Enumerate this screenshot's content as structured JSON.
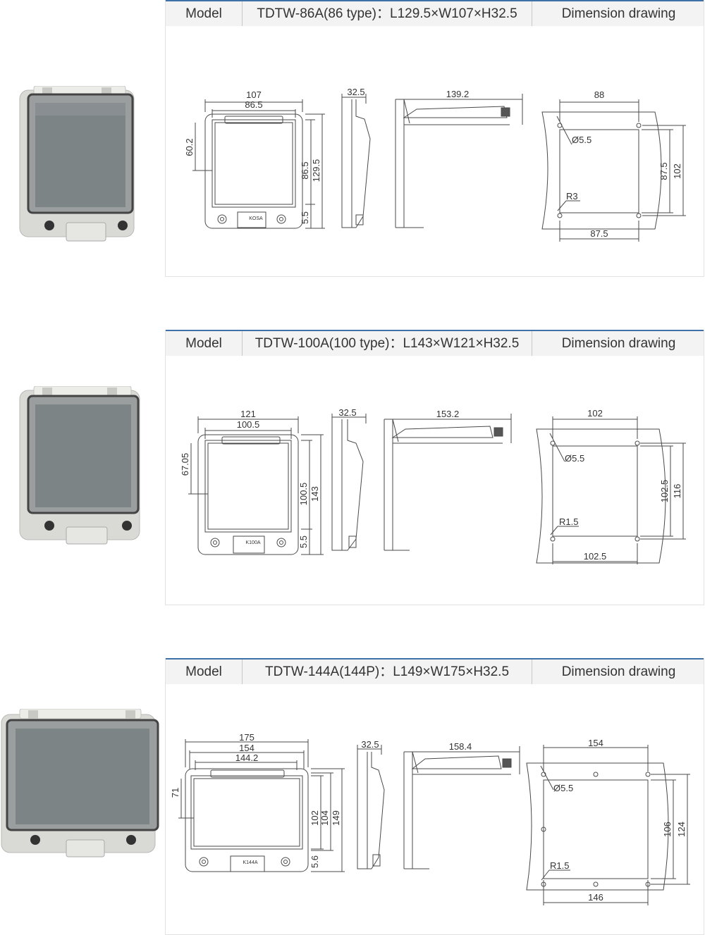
{
  "sections": [
    {
      "model_label": "Model",
      "model_value": "TDTW-86A(86 type)：L129.5×W107×H32.5",
      "drawing_label": "Dimension drawing",
      "front": {
        "outer_width": "107",
        "inner_width": "86.5",
        "side_top": "60.2",
        "inner_height": "86.5",
        "outer_height": "129.5",
        "bottom_margin": "5.5",
        "brand": "KOSA"
      },
      "side": {
        "depth": "32.5"
      },
      "open": {
        "length": "139.2"
      },
      "cutout": {
        "top_width": "88",
        "hole": "Ø5.5",
        "radius": "R3",
        "inner_height": "87.5",
        "outer_height": "102",
        "bottom_width": "87.5"
      }
    },
    {
      "model_label": "Model",
      "model_value": "TDTW-100A(100 type)：L143×W121×H32.5",
      "drawing_label": "Dimension drawing",
      "front": {
        "outer_width": "121",
        "inner_width": "100.5",
        "side_top": "67.05",
        "inner_height": "100.5",
        "outer_height": "143",
        "bottom_margin": "5.5",
        "brand": "K100A"
      },
      "side": {
        "depth": "32.5"
      },
      "open": {
        "length": "153.2"
      },
      "cutout": {
        "top_width": "102",
        "hole": "Ø5.5",
        "radius": "R1.5",
        "inner_height": "102.5",
        "outer_height": "116",
        "bottom_width": "102.5"
      }
    },
    {
      "model_label": "Model",
      "model_value": "TDTW-144A(144P)：L149×W175×H32.5",
      "drawing_label": "Dimension drawing",
      "front": {
        "outer_width": "175",
        "mid_width": "154",
        "inner_width": "144.2",
        "side_top": "71",
        "inner_height": "102",
        "mid_height": "104",
        "outer_height": "149",
        "bottom_margin": "5.6",
        "brand": "K144A"
      },
      "side": {
        "depth": "32.5"
      },
      "open": {
        "length": "158.4"
      },
      "cutout": {
        "top_width": "154",
        "hole": "Ø5.5",
        "radius": "R1.5",
        "inner_height": "106",
        "outer_height": "124",
        "bottom_width": "146"
      }
    }
  ],
  "colors": {
    "accent": "#3f70a8",
    "header_bg": "#f3f3f3",
    "line": "#4a4a4a"
  }
}
